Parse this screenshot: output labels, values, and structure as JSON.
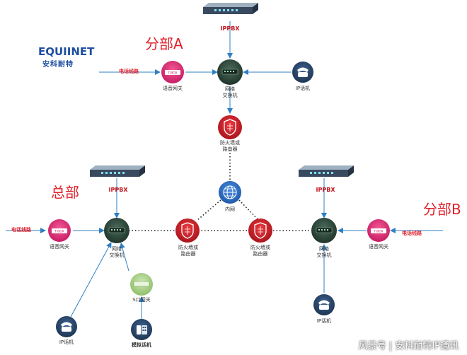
{
  "logo": {
    "en": "EQUIINET",
    "zh": "安科耐特"
  },
  "branches": {
    "a": "分部A",
    "hq": "总部",
    "b": "分部B"
  },
  "ippbx": "IPPBX",
  "phone_line": "电话线路",
  "labels": {
    "voice_gateway": "语音网关",
    "switch": "网络\n交换机",
    "ip_phone": "IP话机",
    "firewall": "防火墙或\n路由器",
    "intranet": "内网",
    "s_port_gateway": "S口网关",
    "analog_phone": "模拟话机"
  },
  "device_tag": "T-BOX",
  "watermark": "风景号 | 安科耐特IP通讯",
  "colors": {
    "gateway": "#e8317a",
    "switch": "#2e4a3e",
    "firewall": "#d0232d",
    "intranet": "#2a6fc9",
    "ipphone": "#2b4a6f",
    "line": "#2f7fc4"
  }
}
